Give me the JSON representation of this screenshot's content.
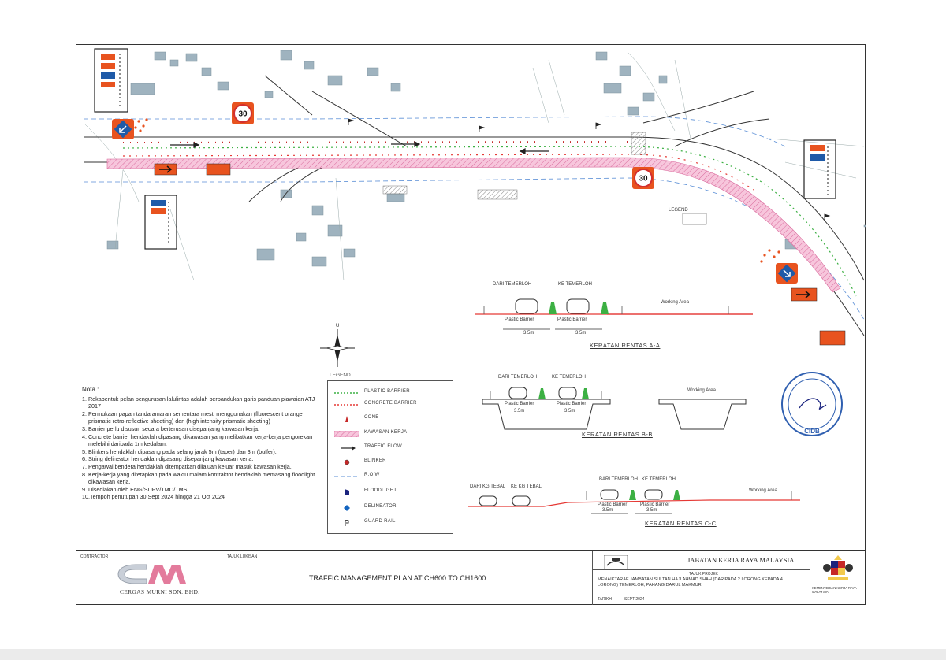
{
  "notes": {
    "title": "Nota :",
    "items": [
      "1. Rekabentuk pelan pengurusan lalulintas adalah berpandukan garis panduan piawaian ATJ 2017",
      "2. Permukaan papan tanda amaran sementara mesti menggunakan (fluorescent orange prismatic retro-reflective sheeting) dan (high intensity prismatic sheeting)",
      "3. Barrier perlu disusun secara berterusan disepanjang kawasan kerja.",
      "4. Concrete barrier hendaklah dipasang dikawasan yang melibatkan kerja-kerja pengorekan melebihi daripada 1m kedalam.",
      "5. Blinkers hendaklah dipasang pada selang jarak 5m (taper) dan 3m (buffer).",
      "6. String delineator hendaklah dipasang disepanjang kawasan kerja.",
      "7. Pengawal bendera hendaklah ditempatkan dilaluan keluar masuk kawasan kerja.",
      "8. Kerja-kerja yang ditetapkan pada waktu malam kontraktor hendaklah memasang floodlight dikawasan kerja.",
      "9. Disediakan oleh ENG/SUPV/TMO/TMS.",
      "10.Tempoh penutupan 30 Sept 2024 hingga 21 Oct 2024"
    ]
  },
  "legend": {
    "title": "LEGEND",
    "items": [
      {
        "label": "PLASTIC BARRIER",
        "icon": "plastic-barrier-line",
        "color": "#3cb043"
      },
      {
        "label": "CONCRETE BARRIER",
        "icon": "concrete-barrier-line",
        "color": "#e53935"
      },
      {
        "label": "CONE",
        "icon": "cone-icon",
        "color": "#c62828"
      },
      {
        "label": "KAWASAN KERJA",
        "icon": "work-zone-hatch",
        "color": "#f3a6c8"
      },
      {
        "label": "TRAFFIC FLOW",
        "icon": "arrow-icon",
        "color": "#222222"
      },
      {
        "label": "BLINKER",
        "icon": "blinker-icon",
        "color": "#c62828"
      },
      {
        "label": "R.O.W",
        "icon": "row-line",
        "color": "#5b8fd6"
      },
      {
        "label": "FLOODLIGHT",
        "icon": "floodlight-icon",
        "color": "#1a237e"
      },
      {
        "label": "DELINEATOR",
        "icon": "delineator-icon",
        "color": "#1565c0"
      },
      {
        "label": "GUARD RAIL",
        "icon": "guard-rail-icon",
        "color": "#333333"
      }
    ]
  },
  "sections": {
    "a": {
      "caption": "KERATAN RENTAS A-A",
      "left_label": "DARI TEMERLOH",
      "right_label": "KE TEMERLOH",
      "barrier_left": "Plastic Barrier",
      "barrier_right": "Plastic Barrier",
      "dim_left": "3.5m",
      "dim_right": "3.5m",
      "work_area": "Working Area"
    },
    "b": {
      "caption": "KERATAN RENTAS B-B",
      "left_label": "DARI TEMERLOH",
      "right_label": "KE TEMERLOH",
      "barrier_left": "Plastic Barrier",
      "barrier_right": "Plastic Barrier",
      "dim_left": "3.5m",
      "dim_right": "3.5m",
      "work_area": "Working Area"
    },
    "c": {
      "caption": "KERATAN RENTAS C-C",
      "far_left_label": "DARI KG TEBAL",
      "far_right_label": "KE KG TEBAL",
      "left_label": "BARI TEMERLOH",
      "right_label": "KE TEMERLOH",
      "barrier_left": "Plastic Barrier",
      "barrier_right": "Plastic Barrier",
      "dim_left": "3.5m",
      "dim_right": "3.5m",
      "work_area": "Working Area"
    }
  },
  "signs": {
    "speed_limit": "30",
    "legend_label_map": "LEGEND"
  },
  "stamp": {
    "text": "CIDB"
  },
  "title_block": {
    "contractor_label": "CONTRACTOR",
    "contractor_name": "CERGAS MURNI SDN. BHD.",
    "drawing_label": "TAJUK LUKISAN",
    "drawing_title": "TRAFFIC MANAGEMENT PLAN AT CH600 TO CH1600",
    "agency": "JABATAN KERJA RAYA MALAYSIA",
    "project_label": "TAJUK PROJEK",
    "project_title": "MENAIKTARAF JAMBATAN SULTAN HAJI AHMAD SHAH (DARIPADA 2 LORONG KEPADA 4 LORONG) TEMERLOH, PAHANG DARUL MAKMUR",
    "ministry": "KEMENTERIAN KERJA RAYA MALAYSIA",
    "date_label": "TARIKH",
    "date_value": "SEPT 2024"
  },
  "colors": {
    "work_zone": "#f3a6c8",
    "sign_orange": "#e8531f",
    "sign_blue": "#1e5aa8",
    "barrier_green": "#3cb043",
    "barrier_red": "#e53935",
    "row_blue": "#5b8fd6",
    "stamp_blue": "#2f5fb0",
    "logo_pink": "#e37b9c"
  }
}
